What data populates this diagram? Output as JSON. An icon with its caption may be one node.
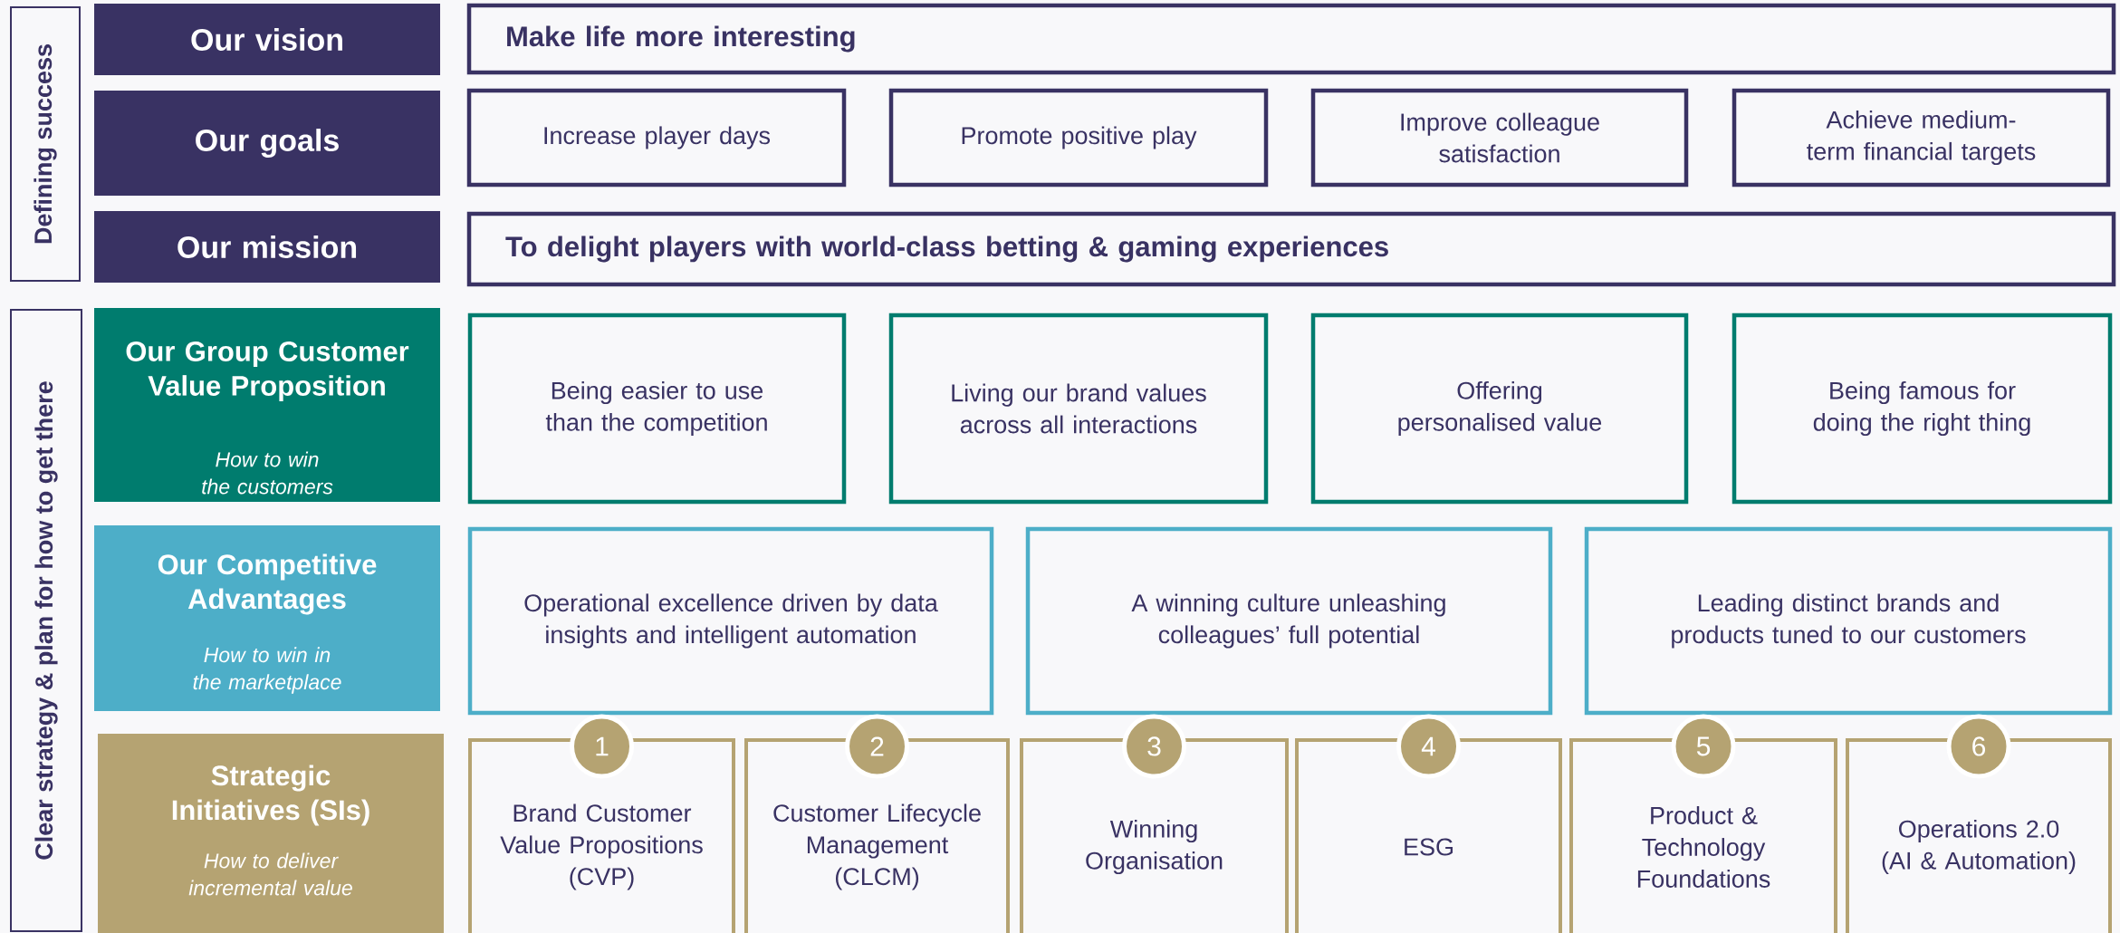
{
  "diagram": {
    "nodes": [
      {
        "text": [
          "Defining success"
        ]
      },
      {
        "text": [
          "Our vision"
        ]
      },
      {
        "text": [
          "Make life more interesting"
        ]
      },
      {
        "text": [
          "Our goals"
        ]
      },
      {
        "text": [
          "Increase player days"
        ]
      },
      {
        "text": [
          "Promote positive play"
        ]
      },
      {
        "text": [
          "Improve colleague satisfaction"
        ]
      },
      {
        "text": [
          "Achieve medium-term financial targets"
        ]
      },
      {
        "text": [
          "Our mission"
        ]
      },
      {
        "text": [
          "To delight players with world-class betting & gaming experiences"
        ]
      },
      {
        "text": [
          "Clear strategy & plan for how to get there"
        ]
      },
      {
        "text": [
          "Our Group Customer Value Proposition",
          "How to win the customers"
        ]
      },
      {
        "text": [
          "Being easier to use than the competition"
        ]
      },
      {
        "text": [
          "Living our brand values across all interactions"
        ]
      },
      {
        "text": [
          "Offering personalised value"
        ]
      },
      {
        "text": [
          "Being famous for doing the right thing"
        ]
      },
      {
        "text": [
          "Our Competitive Advantages",
          "How to win in the marketplace"
        ]
      },
      {
        "text": [
          "Operational excellence driven by data insights and intelligent automation"
        ]
      },
      {
        "text": [
          "A winning culture unleashing colleagues’ full potential"
        ]
      },
      {
        "text": [
          "Leading distinct brands and products tuned to our customers"
        ]
      },
      {
        "text": [
          "Strategic Initiatives (SIs)",
          "How to deliver incremental value"
        ]
      },
      {
        "text": [
          "Brand Customer Value Propositions (CVP)"
        ]
      },
      {
        "text": [
          "Customer Lifecycle Management (CLCM)"
        ]
      },
      {
        "text": [
          "Winning Organisation"
        ]
      },
      {
        "text": [
          "ESG"
        ]
      },
      {
        "text": [
          "Product & Technology Foundations"
        ]
      },
      {
        "text": [
          "Operations 2.0 (AI & Automation)"
        ]
      }
    ],
    "labels": [
      "1",
      "2",
      "3",
      "4",
      "5",
      "6"
    ]
  }
}
